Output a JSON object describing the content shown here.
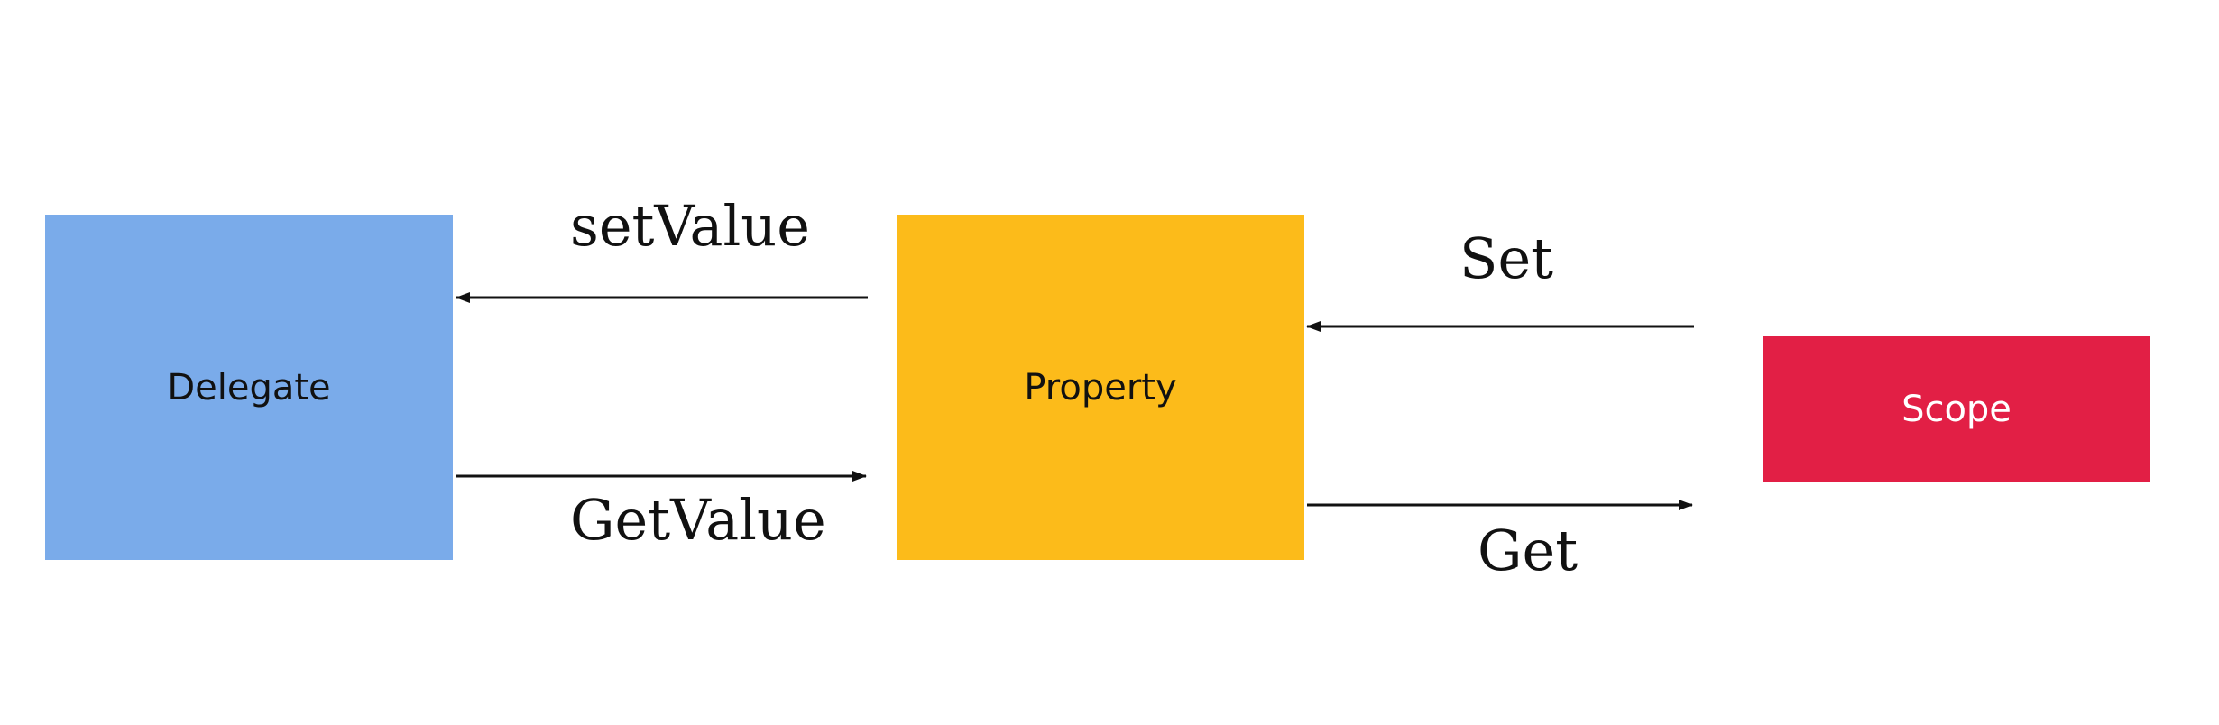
{
  "nodes": {
    "delegate": {
      "label": "Delegate",
      "fill": "#7aabea",
      "text_color": "#111111"
    },
    "property": {
      "label": "Property",
      "fill": "#fcbb1a",
      "text_color": "#111111"
    },
    "scope": {
      "label": "Scope",
      "fill": "#e21f45",
      "text_color": "#ffffff"
    }
  },
  "edges": {
    "set_value": {
      "label": "setValue",
      "from": "Property",
      "to": "Delegate"
    },
    "get_value": {
      "label": "GetValue",
      "from": "Delegate",
      "to": "Property"
    },
    "set": {
      "label": "Set",
      "from": "Scope",
      "to": "Property"
    },
    "get": {
      "label": "Get",
      "from": "Property",
      "to": "Scope"
    }
  },
  "colors": {
    "arrow": "#111111"
  }
}
